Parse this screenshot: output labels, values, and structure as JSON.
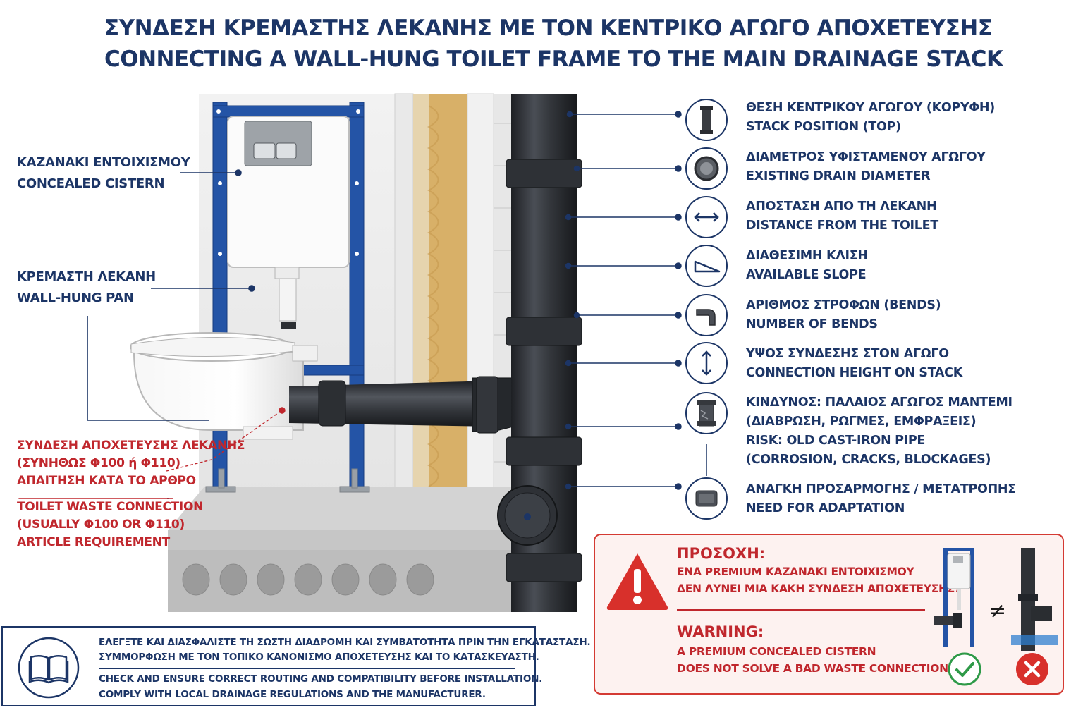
{
  "title": {
    "greek": "ΣΥΝΔΕΣΗ ΚΡΕΜΑΣΤΗΣ ΛΕΚΑΝΗΣ ΜΕ ΤΟΝ ΚΕΝΤΡΙΚΟ ΑΓΩΓΟ ΑΠΟΧΕΤΕΥΣΗΣ",
    "english": "CONNECTING A WALL-HUNG TOILET FRAME TO THE MAIN DRAINAGE STACK"
  },
  "left_callouts": {
    "cistern": {
      "greek": "ΚΑΖΑΝΑΚΙ ΕΝΤΟΙΧΙΣΜΟΥ",
      "english": "CONCEALED CISTERN"
    },
    "pan": {
      "greek": "ΚΡΕΜΑΣΤΗ ΛΕΚΑΝΗ",
      "english": "WALL-HUNG PAN"
    },
    "connection_greek": [
      "ΣΥΝΔΕΣΗ ΑΠΟΧΕΤΕΥΣΗΣ ΛΕΚΑΝΗΣ",
      "(ΣΥΝΗΘΩΣ Φ100 ή Φ110)",
      "ΑΠΑΙΤΗΣΗ ΚΑΤΑ ΤΟ ΑΡΘΡΟ"
    ],
    "connection_english": [
      "TOILET WASTE CONNECTION",
      "(USUALLY Φ100 OR Φ110)",
      "ARTICLE REQUIREMENT"
    ]
  },
  "parameters": [
    {
      "icon": "pipe-vertical-icon",
      "greek": "ΘΕΣΗ ΚΕΝΤΡΙΚΟΥ ΑΓΩΓΟΥ (ΚΟΡΥΦΗ)",
      "english": "STACK POSITION (TOP)"
    },
    {
      "icon": "pipe-section-icon",
      "greek": "ΔΙΑΜΕΤΡΟΣ ΥΦΙΣΤΑΜΕΝΟΥ ΑΓΩΓΟΥ",
      "english": "EXISTING DRAIN DIAMETER"
    },
    {
      "icon": "horizontal-arrows-icon",
      "greek": "ΑΠΟΣΤΑΣΗ ΑΠΟ ΤΗ ΛΕΚΑΝΗ",
      "english": "DISTANCE FROM THE TOILET"
    },
    {
      "icon": "slope-triangle-icon",
      "greek": "ΔΙΑΘΕΣΙΜΗ ΚΛΙΣΗ",
      "english": "AVAILABLE SLOPE"
    },
    {
      "icon": "pipe-bend-icon",
      "greek": "ΑΡΙΘΜΟΣ ΣΤΡΟΦΩΝ (BENDS)",
      "english": "NUMBER OF BENDS"
    },
    {
      "icon": "vertical-arrows-icon",
      "greek": "ΥΨΟΣ ΣΥΝΔΕΣΗΣ ΣΤΟΝ ΑΓΩΓΟ",
      "english": "CONNECTION HEIGHT ON STACK"
    },
    {
      "icon": "damaged-pipe-icon",
      "greek": "ΚΙΝΔΥΝΟΣ: ΠΑΛΑΙΟΣ ΑΓΩΓΟΣ ΜΑΝΤΕΜΙ",
      "greek2": "(ΔΙΑΒΡΩΣΗ, ΡΩΓΜΕΣ, ΕΜΦΡΑΞΕΙΣ)",
      "english": "RISK: OLD CAST-IRON PIPE",
      "english2": "(CORROSION, CRACKS, BLOCKAGES)"
    },
    {
      "icon": "adapter-icon",
      "greek": "ΑΝΑΓΚΗ ΠΡΟΣΑΡΜΟΓΗΣ / ΜΕΤΑΤΡΟΠΗΣ",
      "english": "NEED FOR ADAPTATION"
    }
  ],
  "info": {
    "greek_1": "ΕΛΕΓΞΤΕ ΚΑΙ ΔΙΑΣΦΑΛΙΣΤΕ ΤΗ ΣΩΣΤΗ ΔΙΑΔΡΟΜΗ ΚΑΙ ΣΥΜΒΑΤΟΤΗΤΑ ΠΡΙΝ ΤΗΝ ΕΓΚΑΤΑΣΤΑΣΗ.",
    "greek_2": "ΣΥΜΜΟΡΦΩΣΗ ΜΕ ΤΟΝ ΤΟΠΙΚΟ ΚΑΝΟΝΙΣΜΟ ΑΠΟΧΕΤΕΥΣΗΣ ΚΑΙ ΤΟ ΚΑΤΑΣΚΕΥΑΣΤΗ.",
    "english_1": "CHECK AND ENSURE CORRECT ROUTING AND COMPATIBILITY BEFORE INSTALLATION.",
    "english_2": "COMPLY WITH LOCAL DRAINAGE REGULATIONS AND THE MANUFACTURER."
  },
  "warning": {
    "greek_head": "ΠΡΟΣΟΧΗ:",
    "greek_1": "ΕΝΑ PREMIUM ΚΑΖΑΝΑΚΙ ΕΝΤΟΙΧΙΣΜΟΥ",
    "greek_2": "ΔΕΝ ΛΥΝΕΙ ΜΙΑ ΚΑΚΗ ΣΥΝΔΕΣΗ ΑΠΟΧΕΤΕΥΣΗΣ!",
    "english_head": "WARNING:",
    "english_1": "A PREMIUM CONCEALED CISTERN",
    "english_2": "DOES NOT SOLVE A BAD WASTE CONNECTION!",
    "not_equal": "≠"
  },
  "colors": {
    "navy": "#1c3566",
    "warning_red": "#c0272d",
    "frame_blue": "#2454a6",
    "pipe_black": "#2c2f33",
    "insulation": "#d8b068",
    "ok_green": "#2e9a48"
  }
}
